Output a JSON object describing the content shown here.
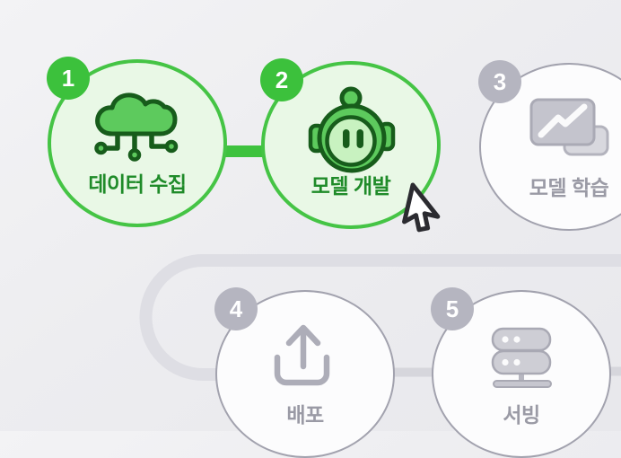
{
  "diagram": {
    "kind": "ml-pipeline-flow",
    "steps": [
      {
        "number": "1",
        "label": "데이터 수집",
        "icon": "cloud-circuit-icon",
        "state": "active"
      },
      {
        "number": "2",
        "label": "모델 개발",
        "icon": "robot-icon",
        "state": "active"
      },
      {
        "number": "3",
        "label": "모델 학습",
        "icon": "chart-cards-icon",
        "state": "inactive"
      },
      {
        "number": "4",
        "label": "배포",
        "icon": "upload-icon",
        "state": "inactive"
      },
      {
        "number": "5",
        "label": "서빙",
        "icon": "server-icon",
        "state": "inactive"
      }
    ],
    "colors": {
      "active_accent": "#3fc43f",
      "active_fill": "#e9f8e6",
      "active_text": "#1f8b29",
      "active_icon": "#5dca5d",
      "active_icon_outline": "#175c1b",
      "inactive_border": "#a2a2ae",
      "inactive_badge": "#b5b5c0",
      "inactive_text": "#9a9aa5",
      "connector_gray": "#d5d5db",
      "path_gray": "#dedee4"
    },
    "cursor": {
      "name": "arrow-cursor",
      "over_step": "2"
    }
  }
}
